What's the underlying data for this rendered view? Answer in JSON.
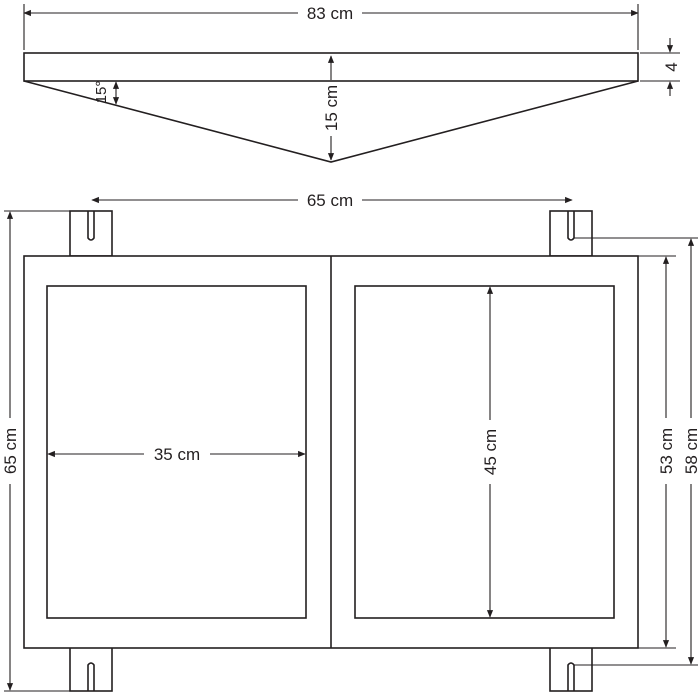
{
  "top_view": {
    "width_label": "83 cm",
    "thickness_label": "4",
    "depth_label": "15 cm",
    "angle_label": "15°"
  },
  "front_view": {
    "hanger_spacing_label": "65 cm",
    "panel_width_label": "35 cm",
    "panel_height_label": "45 cm",
    "total_height_label": "65 cm",
    "frame_height_label": "53 cm",
    "hanger_height_label": "58 cm"
  }
}
